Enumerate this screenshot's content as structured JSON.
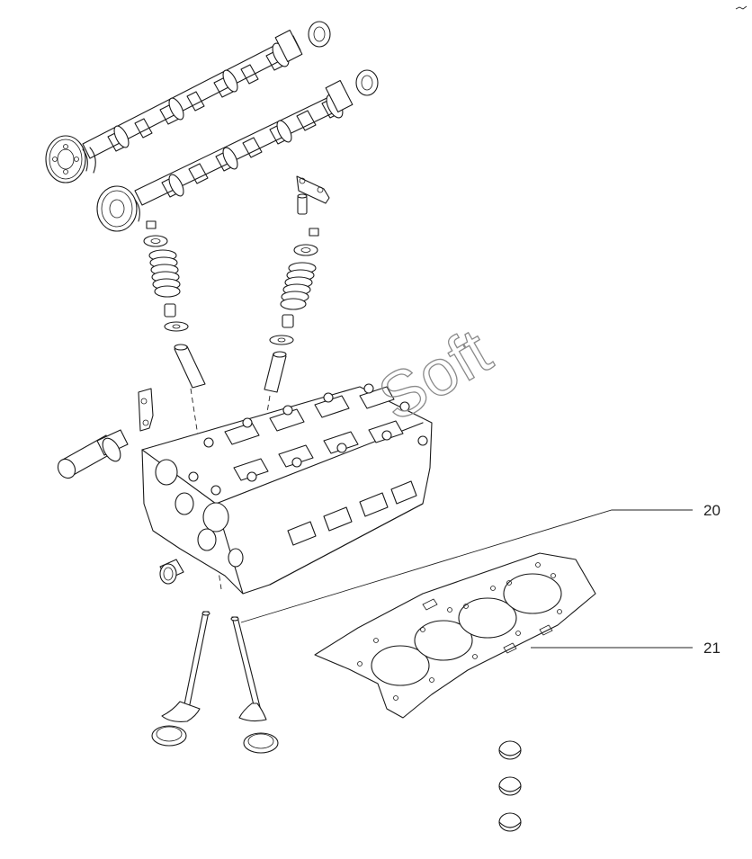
{
  "callouts": [
    {
      "id": "callout-20",
      "label": "20"
    },
    {
      "id": "callout-21",
      "label": "21"
    }
  ],
  "watermark": {
    "text": "Soft"
  },
  "colors": {
    "line": "#1a1a1a",
    "watermark": "#8a8a8a",
    "background": "#ffffff"
  }
}
